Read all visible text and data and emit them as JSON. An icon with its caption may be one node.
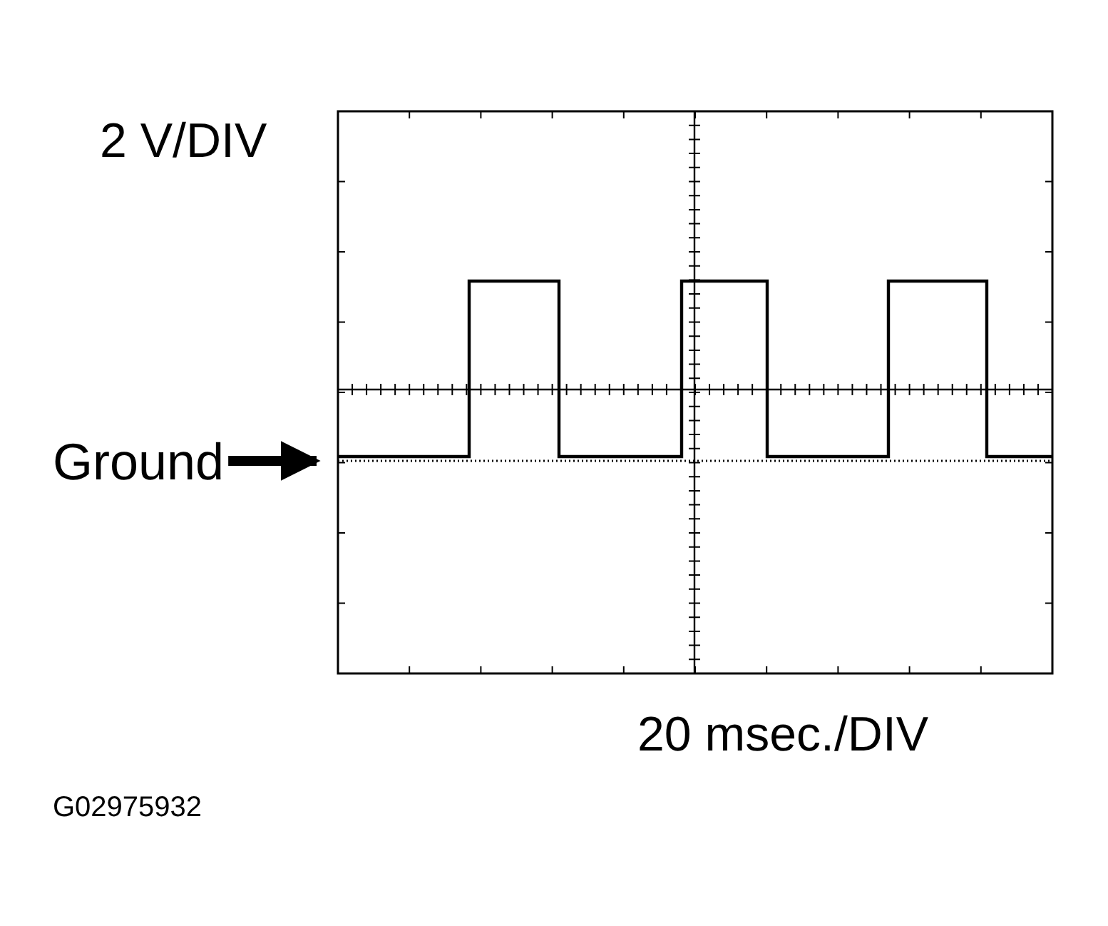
{
  "diagram": {
    "nodes": [
      {
        "text": [
          "Ground"
        ]
      },
      {
        "text": [],
        "shape": "line"
      }
    ],
    "edges": [
      {
        "from": 0,
        "to": 1,
        "arrow": "to"
      }
    ],
    "labels": [
      "2 V/DIV",
      "20 msec./DIV",
      "G02975932"
    ]
  }
}
